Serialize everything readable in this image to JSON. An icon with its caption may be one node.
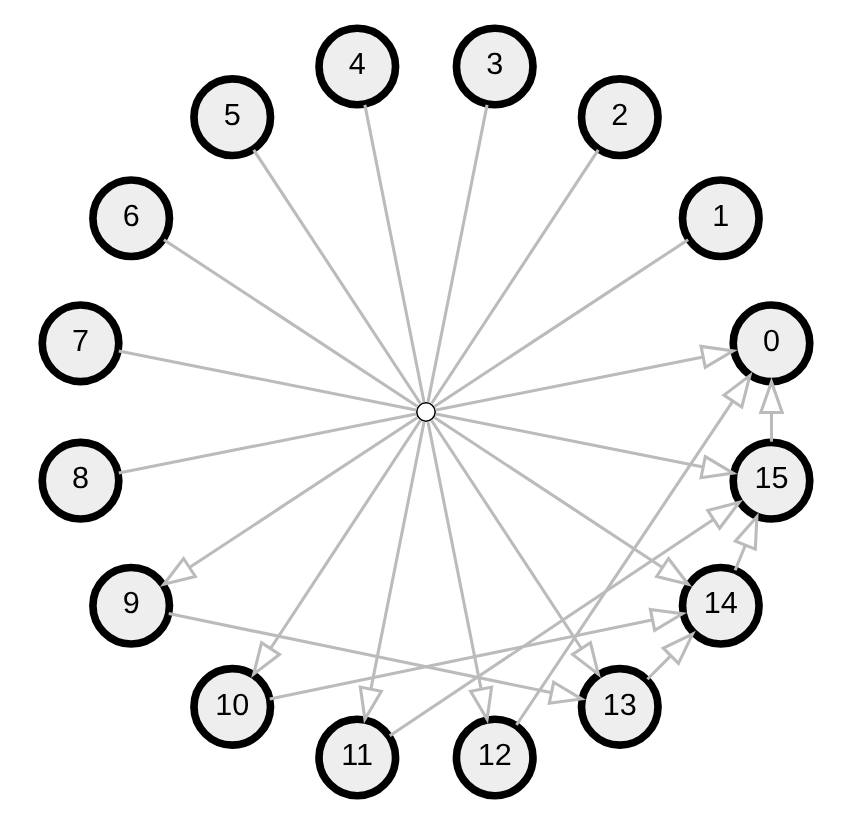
{
  "diagram": {
    "nodes": [
      {
        "text": [
          "0"
        ]
      },
      {
        "text": [
          "1"
        ]
      },
      {
        "text": [
          "2"
        ]
      },
      {
        "text": [
          "3"
        ]
      },
      {
        "text": [
          "4"
        ]
      },
      {
        "text": [
          "5"
        ]
      },
      {
        "text": [
          "6"
        ]
      },
      {
        "text": [
          "7"
        ]
      },
      {
        "text": [
          "8"
        ]
      },
      {
        "text": [
          "9"
        ]
      },
      {
        "text": [
          "10"
        ]
      },
      {
        "text": [
          "11"
        ]
      },
      {
        "text": [
          "12"
        ]
      },
      {
        "text": [
          "13"
        ]
      },
      {
        "text": [
          "14"
        ]
      },
      {
        "text": [
          "15"
        ]
      },
      {
        "text": [],
        "shape": "circle"
      }
    ],
    "edges": [
      {
        "from": 16,
        "to": 0,
        "arrow": "to"
      },
      {
        "from": 16,
        "to": 1,
        "arrow": "none"
      },
      {
        "from": 16,
        "to": 2,
        "arrow": "none"
      },
      {
        "from": 16,
        "to": 3,
        "arrow": "none"
      },
      {
        "from": 16,
        "to": 4,
        "arrow": "none"
      },
      {
        "from": 16,
        "to": 5,
        "arrow": "none"
      },
      {
        "from": 16,
        "to": 6,
        "arrow": "none"
      },
      {
        "from": 16,
        "to": 7,
        "arrow": "none"
      },
      {
        "from": 16,
        "to": 8,
        "arrow": "none"
      },
      {
        "from": 16,
        "to": 9,
        "arrow": "to"
      },
      {
        "from": 16,
        "to": 10,
        "arrow": "to"
      },
      {
        "from": 16,
        "to": 11,
        "arrow": "to"
      },
      {
        "from": 16,
        "to": 12,
        "arrow": "to"
      },
      {
        "from": 16,
        "to": 13,
        "arrow": "to"
      },
      {
        "from": 16,
        "to": 14,
        "arrow": "to"
      },
      {
        "from": 16,
        "to": 15,
        "arrow": "to"
      },
      {
        "from": 15,
        "to": 0,
        "arrow": "to"
      },
      {
        "from": 14,
        "to": 15,
        "arrow": "to"
      },
      {
        "from": 13,
        "to": 14,
        "arrow": "to"
      },
      {
        "from": 12,
        "to": 0,
        "arrow": "to"
      },
      {
        "from": 11,
        "to": 15,
        "arrow": "to"
      },
      {
        "from": 10,
        "to": 14,
        "arrow": "to"
      },
      {
        "from": 9,
        "to": 13,
        "arrow": "to"
      }
    ]
  }
}
